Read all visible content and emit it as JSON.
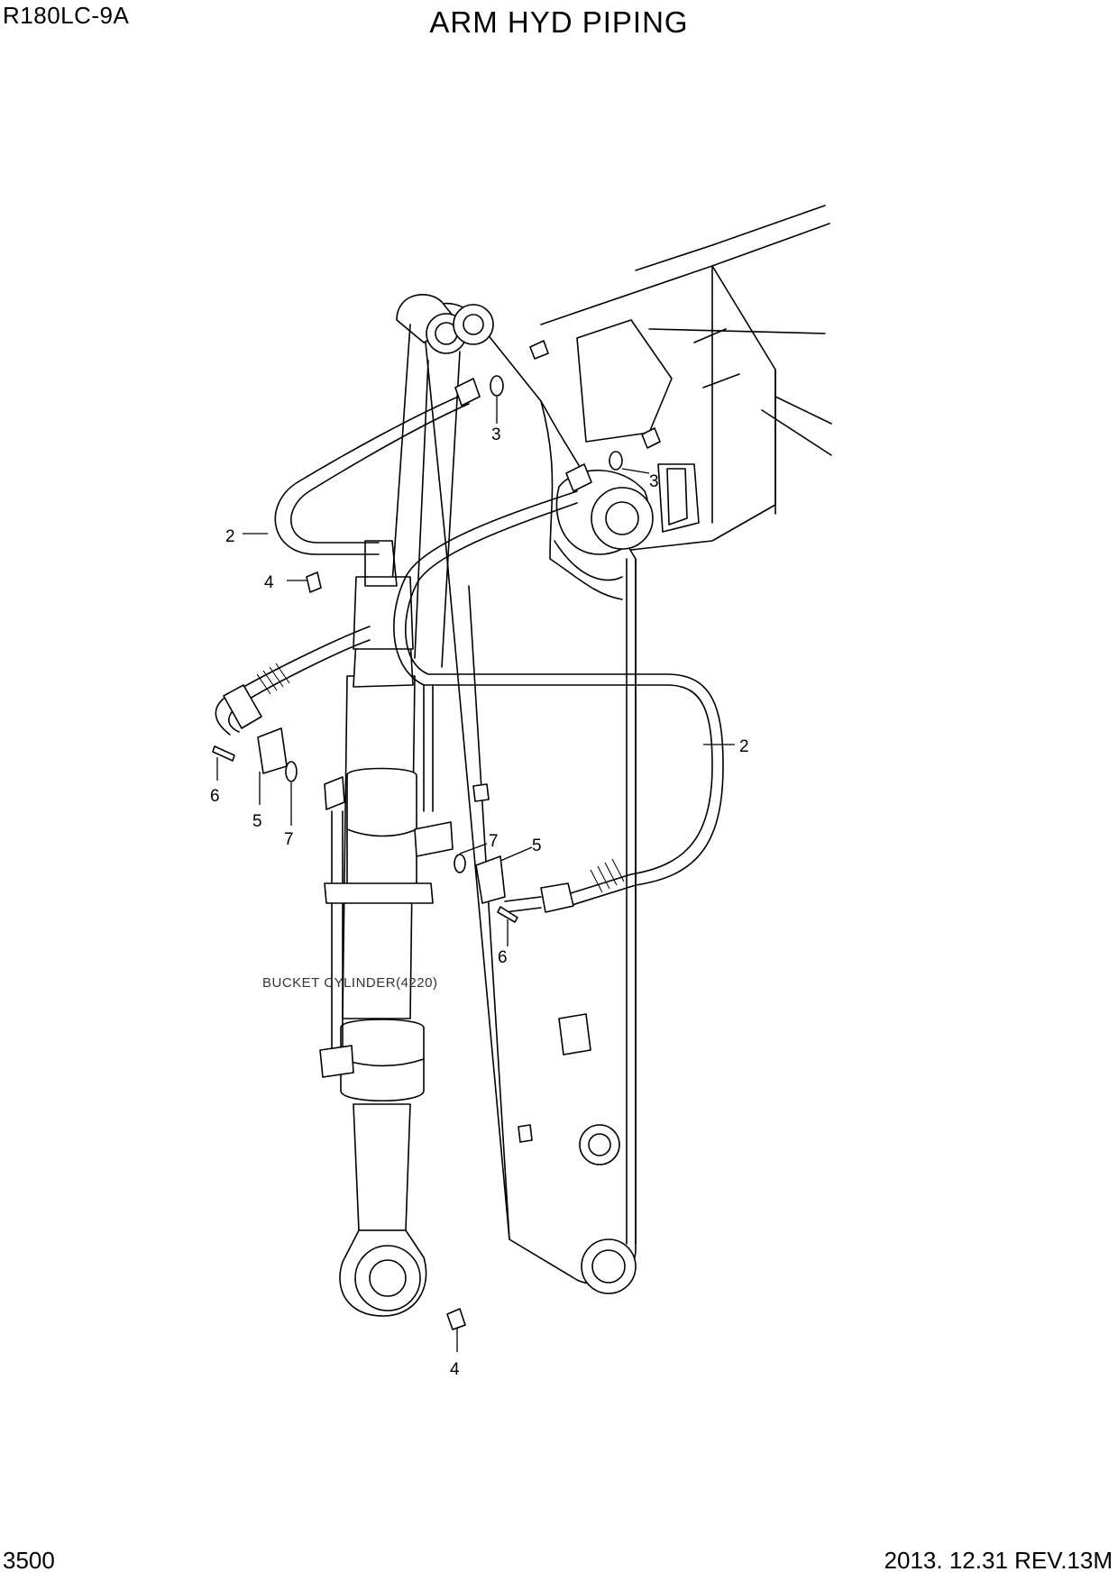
{
  "header": {
    "model": "R180LC-9A",
    "title": "ARM HYD PIPING"
  },
  "footer": {
    "page_number": "3500",
    "revision": "2013. 12.31  REV.13M"
  },
  "note": "BUCKET CYLINDER(4220)",
  "callouts": [
    {
      "id": "c2a",
      "label": "2"
    },
    {
      "id": "c2b",
      "label": "2"
    },
    {
      "id": "c3a",
      "label": "3"
    },
    {
      "id": "c3b",
      "label": "3"
    },
    {
      "id": "c4a",
      "label": "4"
    },
    {
      "id": "c4b",
      "label": "4"
    },
    {
      "id": "c5a",
      "label": "5"
    },
    {
      "id": "c5b",
      "label": "5"
    },
    {
      "id": "c6a",
      "label": "6"
    },
    {
      "id": "c6b",
      "label": "6"
    },
    {
      "id": "c7a",
      "label": "7"
    },
    {
      "id": "c7b",
      "label": "7"
    }
  ]
}
